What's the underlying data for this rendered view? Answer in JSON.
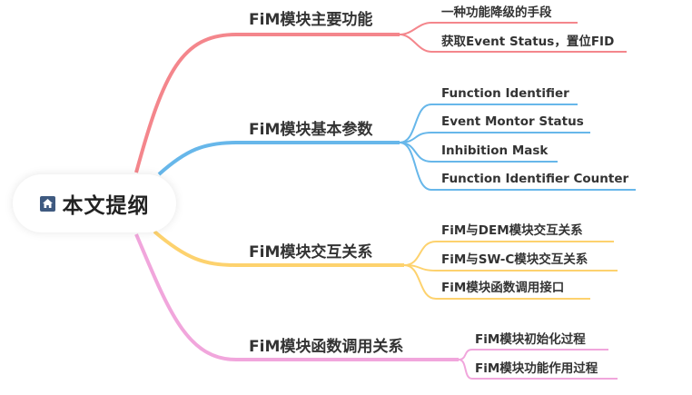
{
  "root": {
    "title": "本文提纲",
    "icon": "home-icon"
  },
  "branches": [
    {
      "label": "FiM模块主要功能",
      "color": "#f4868c",
      "leaves": [
        "一种功能降级的手段",
        "获取Event Status，置位FID"
      ]
    },
    {
      "label": "FiM模块基本参数",
      "color": "#67b7ea",
      "leaves": [
        "Function Identifier",
        "Event Montor Status",
        "Inhibition Mask",
        "Function Identifier Counter"
      ]
    },
    {
      "label": "FiM模块交互关系",
      "color": "#fdd26e",
      "leaves": [
        "FiM与DEM模块交互关系",
        "FiM与SW-C模块交互关系",
        "FiM模块函数调用接口"
      ]
    },
    {
      "label": "FiM模块函数调用关系",
      "color": "#f1a6dc",
      "leaves": [
        "FiM模块初始化过程",
        "FiM模块功能作用过程"
      ]
    }
  ]
}
